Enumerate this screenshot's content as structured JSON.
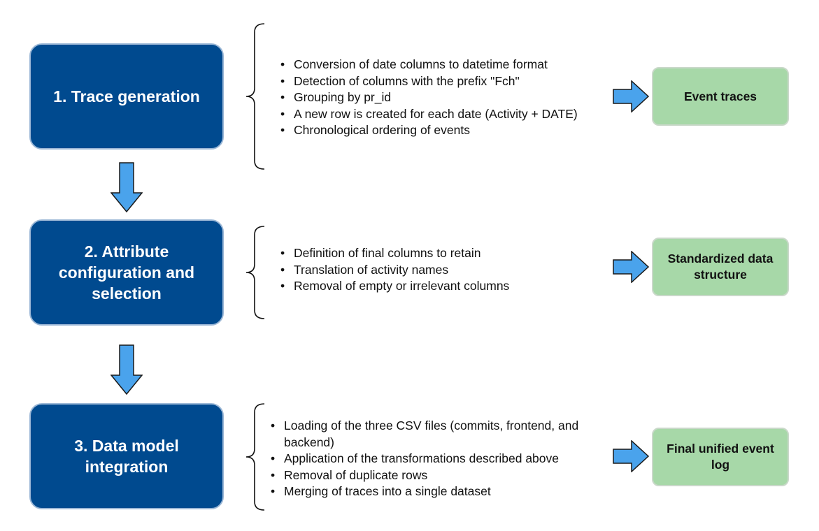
{
  "steps": [
    {
      "title": "1. Trace generation",
      "bullets": [
        "Conversion of date columns to datetime format",
        "Detection of columns with the prefix \"Fch\"",
        "Grouping by pr_id",
        "A new row is created for each date (Activity + DATE)",
        "Chronological ordering of events"
      ],
      "output": "Event traces"
    },
    {
      "title": "2. Attribute configuration and selection",
      "bullets": [
        "Definition of final columns to retain",
        "Translation of activity names",
        "Removal of empty or irrelevant columns"
      ],
      "output": "Standardized data structure"
    },
    {
      "title": "3. Data model integration",
      "bullets": [
        "Loading of the three CSV files (commits, frontend, and backend)",
        "Application of the transformations described above",
        "Removal of duplicate rows",
        "Merging of traces into a single dataset"
      ],
      "output": "Final unified event log"
    }
  ],
  "colors": {
    "step_fill": "#004a8f",
    "output_fill": "#a7d8a8",
    "arrow_fill": "#4aa3ec",
    "arrow_stroke": "#1a1a1a"
  },
  "icons": {
    "flow_arrow_right": "right-arrow-icon",
    "flow_arrow_down": "down-arrow-icon",
    "brace": "curly-brace"
  }
}
